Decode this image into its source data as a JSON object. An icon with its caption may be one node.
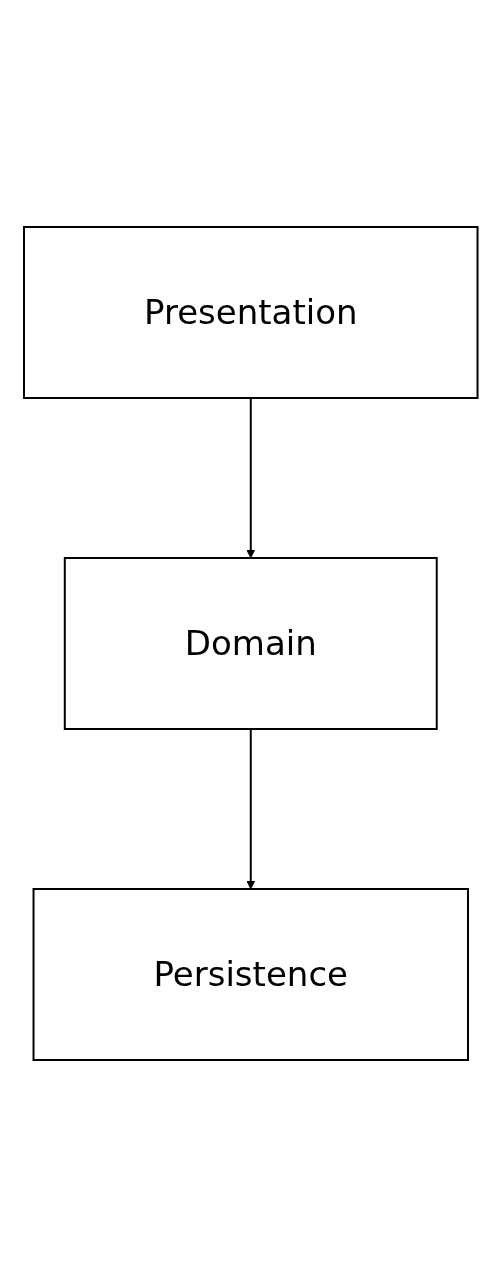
{
  "diagram": {
    "nodes": [
      {
        "text": [
          "Presentation"
        ]
      },
      {
        "text": [
          "Domain"
        ]
      },
      {
        "text": [
          "Persistence"
        ]
      }
    ],
    "edges": [
      {
        "from": 0,
        "to": 1,
        "arrow": "to"
      },
      {
        "from": 1,
        "to": 2,
        "arrow": "to"
      }
    ]
  }
}
